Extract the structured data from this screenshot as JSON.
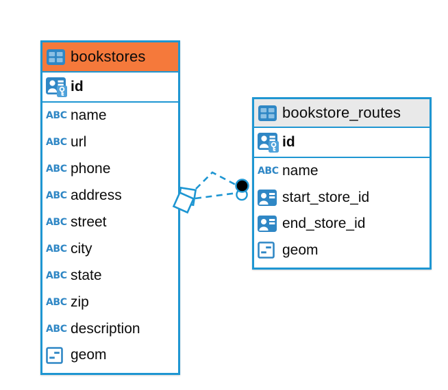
{
  "diagram": {
    "colors": {
      "accent": "#1E96D2",
      "icon_blue": "#2F87C5",
      "icon_blue_light": "#8CC0E4",
      "key_badge": "#4FA2DA",
      "header_orange": "#F5793B",
      "header_gray": "#E9E9E9",
      "text": "#0B0B0B"
    },
    "icons": {
      "text_label": "ABC"
    },
    "tables": [
      {
        "name": "bookstores",
        "header_style": "orange",
        "pk": {
          "name": "id",
          "icon": "primary-key-icon"
        },
        "columns": [
          {
            "name": "name",
            "icon": "text-type-icon"
          },
          {
            "name": "url",
            "icon": "text-type-icon"
          },
          {
            "name": "phone",
            "icon": "text-type-icon"
          },
          {
            "name": "address",
            "icon": "text-type-icon"
          },
          {
            "name": "street",
            "icon": "text-type-icon"
          },
          {
            "name": "city",
            "icon": "text-type-icon"
          },
          {
            "name": "state",
            "icon": "text-type-icon"
          },
          {
            "name": "zip",
            "icon": "text-type-icon"
          },
          {
            "name": "description",
            "icon": "text-type-icon"
          },
          {
            "name": "geom",
            "icon": "geometry-type-icon"
          }
        ]
      },
      {
        "name": "bookstore_routes",
        "header_style": "gray",
        "pk": {
          "name": "id",
          "icon": "primary-key-icon"
        },
        "columns": [
          {
            "name": "name",
            "icon": "text-type-icon"
          },
          {
            "name": "start_store_id",
            "icon": "reference-type-icon"
          },
          {
            "name": "end_store_id",
            "icon": "reference-type-icon"
          },
          {
            "name": "geom",
            "icon": "geometry-type-icon"
          }
        ]
      }
    ],
    "relationship": {
      "from_table": "bookstores",
      "to_table": "bookstore_routes",
      "style": "dashed",
      "connector_count": 2
    }
  }
}
